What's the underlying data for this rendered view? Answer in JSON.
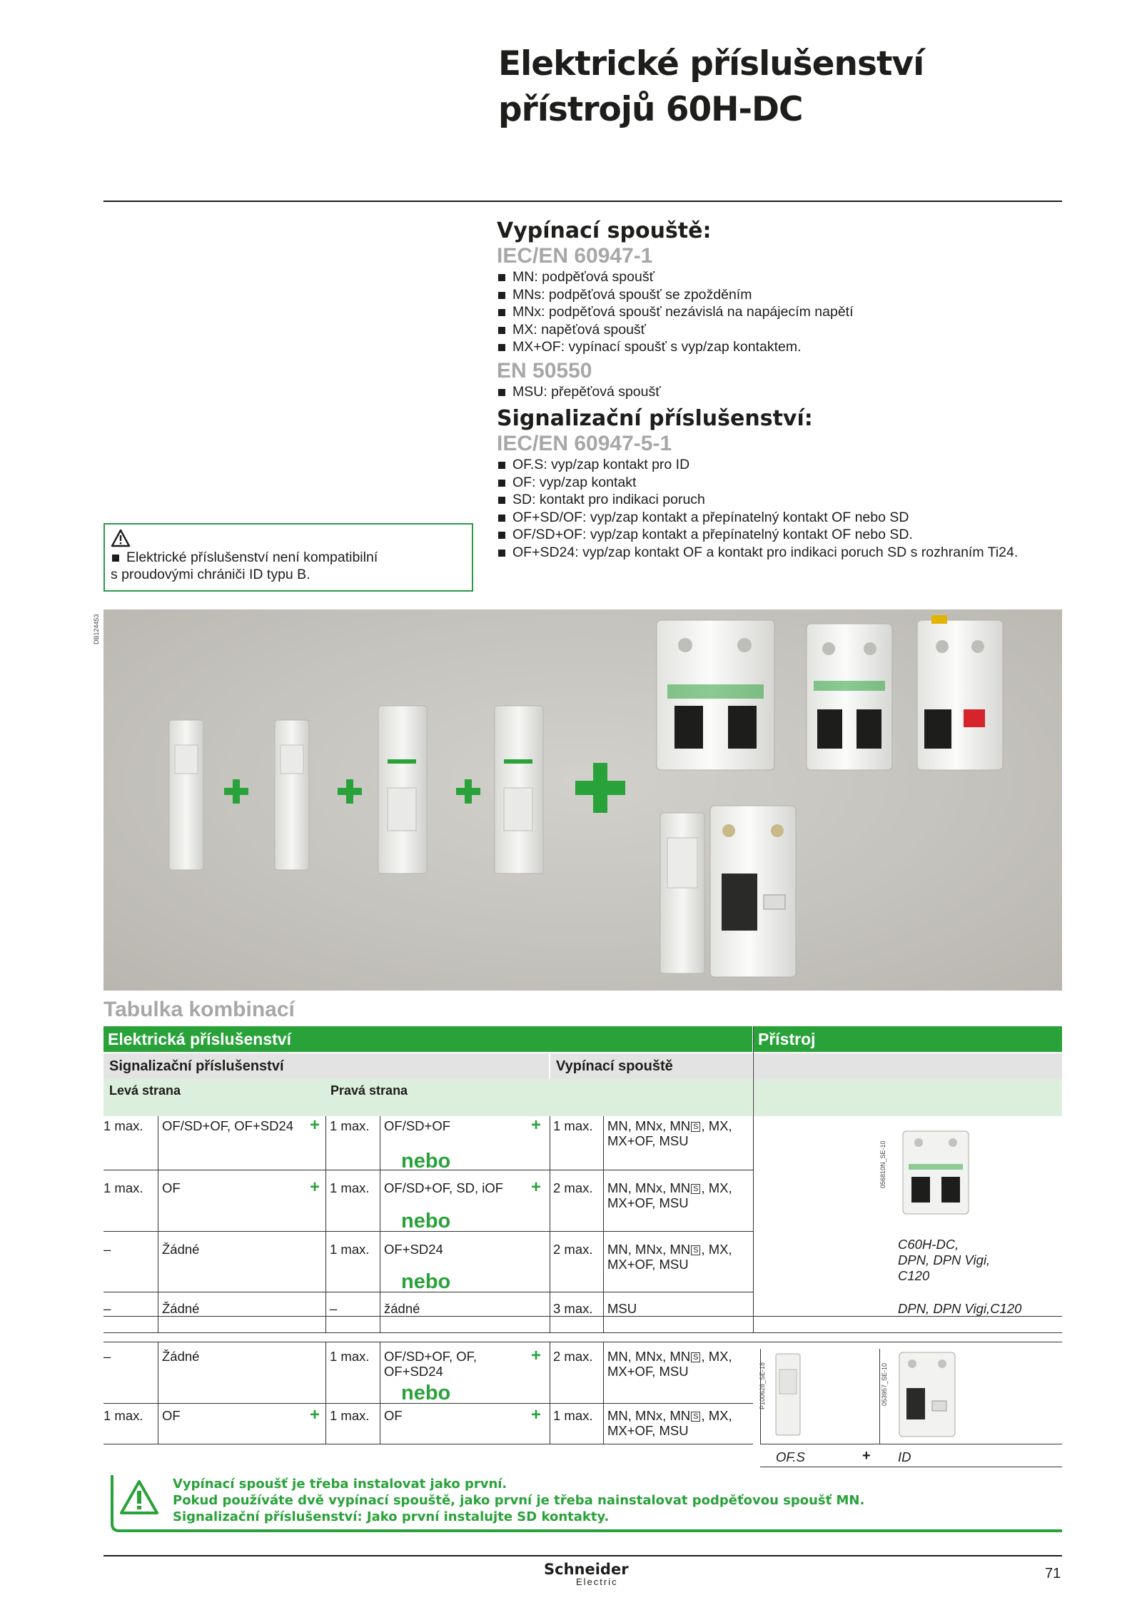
{
  "page": {
    "title_line1": "Elektrické příslušenství",
    "title_line2": "přístrojů 60H-DC",
    "page_number": "71"
  },
  "trip_units": {
    "heading": "Vypínací spouště:",
    "std1": "IEC/EN 60947-1",
    "items1": [
      "MN: podpěťová spoušť",
      "MNs: podpěťová spoušť se zpožděním",
      "MNx: podpěťová spoušť nezávislá na napájecím napětí",
      "MX: napěťová spoušť",
      "MX+OF: vypínací spoušť s vyp/zap kontaktem."
    ],
    "std2": "EN 50550",
    "items2": [
      "MSU: přepěťová spoušť"
    ]
  },
  "signal": {
    "heading": "Signalizační příslušenství:",
    "std": "IEC/EN 60947-5-1",
    "items": [
      "OF.S: vyp/zap kontakt pro ID",
      "OF: vyp/zap kontakt",
      "SD: kontakt pro indikaci poruch",
      "OF+SD/OF: vyp/zap kontakt a přepínatelný kontakt OF nebo SD",
      "OF/SD+OF: vyp/zap kontakt a přepínatelný kontakt OF nebo SD.",
      "OF+SD24: vyp/zap kontakt OF a kontakt pro indikaci poruch SD s rozhraním Ti24."
    ]
  },
  "warning_box": {
    "line1": "Elektrické příslušenství není kompatibilní",
    "line2": "s proudovými chrániči ID typu B."
  },
  "photo": {
    "code": "DB124453",
    "green_colour": "#29a23a"
  },
  "table": {
    "title": "Tabulka kombinací",
    "h_accessories": "Elektrická příslušenství",
    "h_device": "Přístroj",
    "h_signal": "Signalizační příslušenství",
    "h_trip": "Vypínací spouště",
    "h_left": "Levá strana",
    "h_right": "Pravá strana",
    "or_word": "nebo",
    "rows": [
      {
        "lq": "1 max.",
        "lt": "OF/SD+OF, OF+SD24",
        "lp": "+",
        "rq": "1 max.",
        "rt": "OF/SD+OF",
        "rp": "+",
        "tq": "1 max.",
        "tt1": "MN, MNx, MN",
        "tt2": ", MX,",
        "tt3": "MX+OF, MSU"
      },
      {
        "lq": "1 max.",
        "lt": "OF",
        "lp": "+",
        "rq": "1 max.",
        "rt": "OF/SD+OF, SD, iOF",
        "rp": "+",
        "tq": "2 max.",
        "tt1": "MN, MNx, MN",
        "tt2": ", MX,",
        "tt3": "MX+OF, MSU"
      },
      {
        "lq": "–",
        "lt": "Žádné",
        "lp": "",
        "rq": "1 max.",
        "rt": "OF+SD24",
        "rp": "",
        "tq": "2 max.",
        "tt1": "MN, MNx, MN",
        "tt2": ", MX,",
        "tt3": "MX+OF, MSU"
      },
      {
        "lq": "–",
        "lt": "Žádné",
        "lp": "",
        "rq": "–",
        "rt": "žádné",
        "rp": "",
        "tq": "3 max.",
        "tt1": "MSU",
        "tt2": "",
        "tt3": ""
      },
      {
        "lq": "–",
        "lt": "Žádné",
        "lp": "",
        "rq": "1 max.",
        "rt": "OF/SD+OF, OF,",
        "rt2": "OF+SD24",
        "rp": "+",
        "tq": "2 max.",
        "tt1": "MN, MNx, MN",
        "tt2": ", MX,",
        "tt3": "MX+OF, MSU"
      },
      {
        "lq": "1 max.",
        "lt": "OF",
        "lp": "+",
        "rq": "1 max.",
        "rt": "OF",
        "rp": "+",
        "tq": "1 max.",
        "tt1": "MN, MNx, MN",
        "tt2": ", MX,",
        "tt3": "MX+OF, MSU"
      }
    ],
    "s_glyph": "S",
    "device1_code": "056810N_SE-10",
    "device1_label1": "C60H-DC,",
    "device1_label2": "DPN, DPN Vigi,",
    "device1_label3": "C120",
    "device2_label": "DPN, DPN Vigi,C120",
    "device3_code": "P100628_SE-18",
    "device3_label": "OF.S",
    "device3_plus": "+",
    "device4_code": "053957_SE-10",
    "device4_label": "ID"
  },
  "footer_note": {
    "line1": "Vypínací spoušť je třeba instalovat jako první.",
    "line2": "Pokud používáte dvě vypínací spouště, jako první je třeba nainstalovat podpěťovou spoušť MN.",
    "line3": "Signalizační příslušenství: Jako první instalujte SD kontakty."
  },
  "brand": {
    "name": "Schneider",
    "sub": "Electric"
  }
}
